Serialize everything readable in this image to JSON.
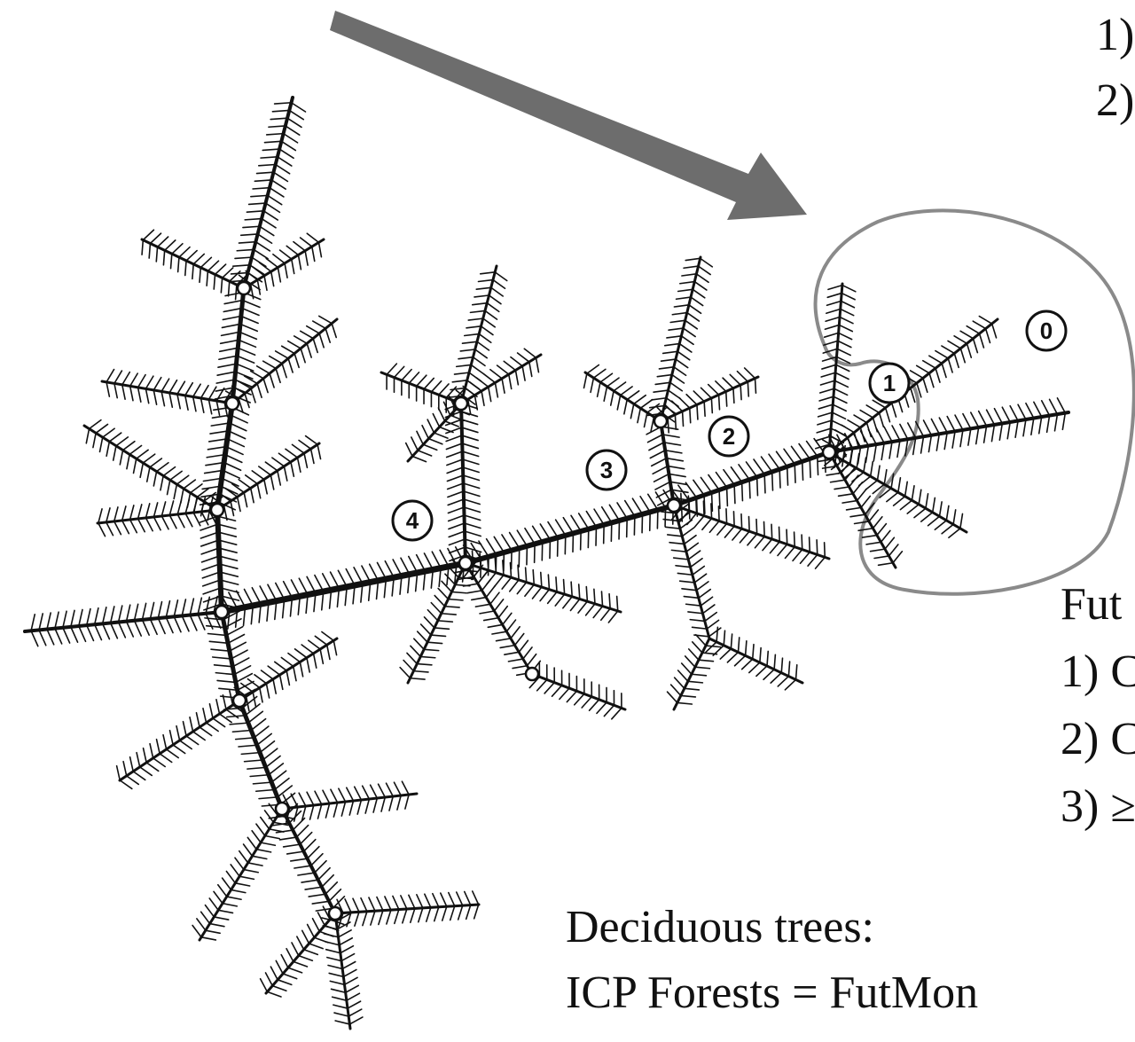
{
  "top_right_list": [
    "1)",
    "2)"
  ],
  "futmon_list": {
    "heading": "Fut",
    "items": [
      "1) C",
      "2) C",
      "3) ≥"
    ]
  },
  "caption": {
    "line1": "Deciduous trees:",
    "line2": "ICP Forests = FutMon"
  },
  "whorl_labels": [
    "0",
    "1",
    "2",
    "3",
    "4"
  ],
  "colors": {
    "arrow": "#6d6d6d",
    "outline": "#8a8a8a",
    "branches": "#111111"
  }
}
